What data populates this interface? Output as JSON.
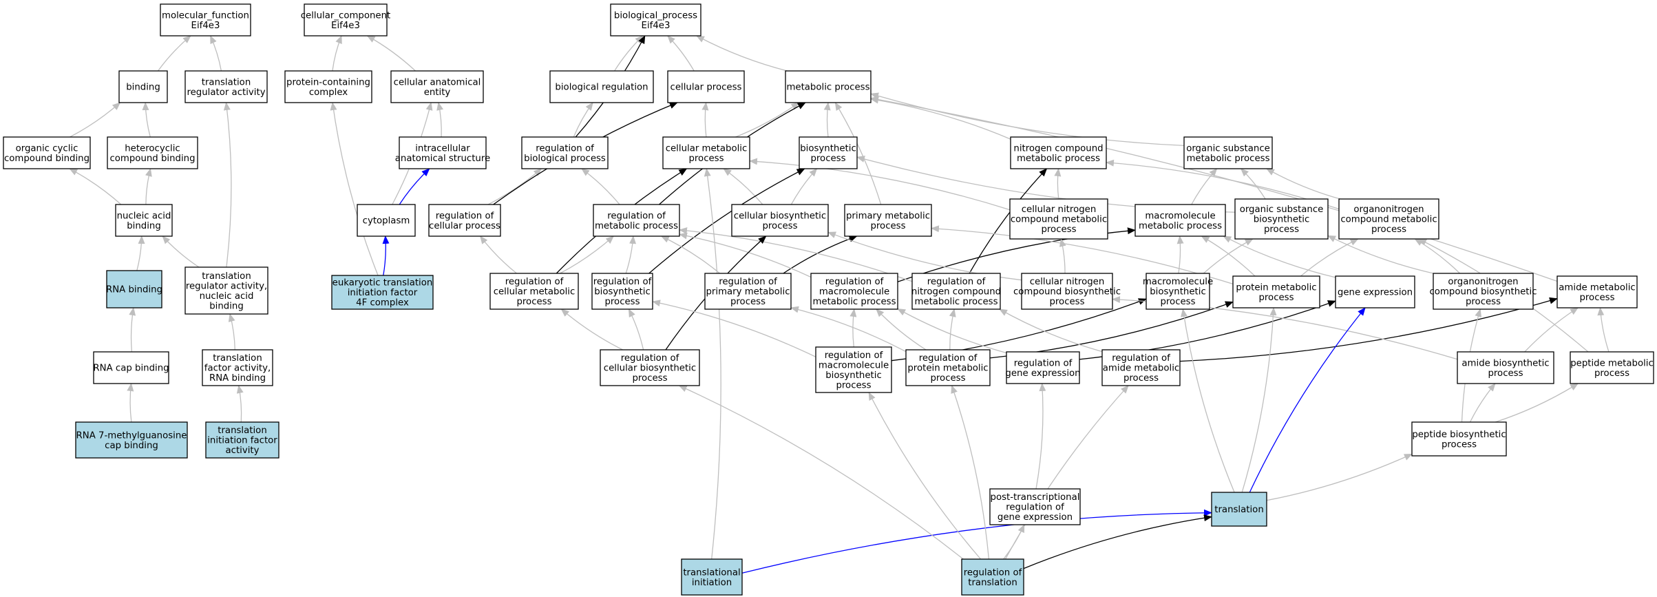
{
  "colors": {
    "highlight_fill": "#add8e6",
    "default_fill": "#ffffff",
    "edge_gray": "#bebebe",
    "edge_black": "#000000",
    "edge_blue": "#0000ff"
  },
  "nodes": [
    {
      "id": "mf_root",
      "lines": [
        "molecular_function",
        "Eif4e3"
      ]
    },
    {
      "id": "cc_root",
      "lines": [
        "cellular_component",
        "Eif4e3"
      ]
    },
    {
      "id": "bp_root",
      "lines": [
        "biological_process",
        "Eif4e3"
      ]
    },
    {
      "id": "binding",
      "lines": [
        "binding"
      ]
    },
    {
      "id": "tr_reg_act",
      "lines": [
        "translation",
        "regulator activity"
      ]
    },
    {
      "id": "protein_cont",
      "lines": [
        "protein-containing",
        "complex"
      ]
    },
    {
      "id": "cell_anat",
      "lines": [
        "cellular anatomical",
        "entity"
      ]
    },
    {
      "id": "bio_reg",
      "lines": [
        "biological regulation"
      ]
    },
    {
      "id": "cell_proc",
      "lines": [
        "cellular process"
      ]
    },
    {
      "id": "metab_proc",
      "lines": [
        "metabolic process"
      ]
    },
    {
      "id": "org_cyc",
      "lines": [
        "organic cyclic",
        "compound binding"
      ]
    },
    {
      "id": "hetero",
      "lines": [
        "heterocyclic",
        "compound binding"
      ]
    },
    {
      "id": "intracell",
      "lines": [
        "intracellular",
        "anatomical structure"
      ]
    },
    {
      "id": "reg_bio",
      "lines": [
        "regulation of",
        "biological process"
      ]
    },
    {
      "id": "cell_metab",
      "lines": [
        "cellular metabolic",
        "process"
      ]
    },
    {
      "id": "biosyn",
      "lines": [
        "biosynthetic",
        "process"
      ]
    },
    {
      "id": "nitro_metab",
      "lines": [
        "nitrogen compound",
        "metabolic process"
      ]
    },
    {
      "id": "org_sub_metab",
      "lines": [
        "organic substance",
        "metabolic process"
      ]
    },
    {
      "id": "nucleic",
      "lines": [
        "nucleic acid",
        "binding"
      ]
    },
    {
      "id": "cytoplasm",
      "lines": [
        "cytoplasm"
      ]
    },
    {
      "id": "reg_cell",
      "lines": [
        "regulation of",
        "cellular process"
      ]
    },
    {
      "id": "reg_metab",
      "lines": [
        "regulation of",
        "metabolic process"
      ]
    },
    {
      "id": "cell_biosyn",
      "lines": [
        "cellular biosynthetic",
        "process"
      ]
    },
    {
      "id": "prim_metab",
      "lines": [
        "primary metabolic",
        "process"
      ]
    },
    {
      "id": "cell_nitro",
      "lines": [
        "cellular nitrogen",
        "compound metabolic",
        "process"
      ]
    },
    {
      "id": "macro_metab",
      "lines": [
        "macromolecule",
        "metabolic process"
      ]
    },
    {
      "id": "org_sub_bio",
      "lines": [
        "organic substance",
        "biosynthetic",
        "process"
      ]
    },
    {
      "id": "orgnitro_metab",
      "lines": [
        "organonitrogen",
        "compound metabolic",
        "process"
      ]
    },
    {
      "id": "rna_binding",
      "lines": [
        "RNA binding"
      ],
      "highlight": true
    },
    {
      "id": "tr_reg_nuc",
      "lines": [
        "translation",
        "regulator activity,",
        "nucleic acid",
        "binding"
      ]
    },
    {
      "id": "eif4f",
      "lines": [
        "eukaryotic translation",
        "initiation factor",
        "4F complex"
      ],
      "highlight": true
    },
    {
      "id": "reg_cell_metab",
      "lines": [
        "regulation of",
        "cellular metabolic",
        "process"
      ]
    },
    {
      "id": "reg_biosyn",
      "lines": [
        "regulation of",
        "biosynthetic",
        "process"
      ]
    },
    {
      "id": "reg_prim",
      "lines": [
        "regulation of",
        "primary metabolic",
        "process"
      ]
    },
    {
      "id": "reg_macro",
      "lines": [
        "regulation of",
        "macromolecule",
        "metabolic process"
      ]
    },
    {
      "id": "reg_nitro",
      "lines": [
        "regulation of",
        "nitrogen compound",
        "metabolic process"
      ]
    },
    {
      "id": "cell_nitro_bio",
      "lines": [
        "cellular nitrogen",
        "compound biosynthetic",
        "process"
      ]
    },
    {
      "id": "macro_bio",
      "lines": [
        "macromolecule",
        "biosynthetic",
        "process"
      ]
    },
    {
      "id": "prot_metab",
      "lines": [
        "protein metabolic",
        "process"
      ]
    },
    {
      "id": "gene_exp",
      "lines": [
        "gene expression"
      ]
    },
    {
      "id": "orgnitro_bio",
      "lines": [
        "organonitrogen",
        "compound biosynthetic",
        "process"
      ]
    },
    {
      "id": "amide_metab",
      "lines": [
        "amide metabolic",
        "process"
      ]
    },
    {
      "id": "rna_cap",
      "lines": [
        "RNA cap binding"
      ]
    },
    {
      "id": "tr_factor",
      "lines": [
        "translation",
        "factor activity,",
        "RNA binding"
      ]
    },
    {
      "id": "reg_cell_biosyn",
      "lines": [
        "regulation of",
        "cellular biosynthetic",
        "process"
      ]
    },
    {
      "id": "reg_macro_bio",
      "lines": [
        "regulation of",
        "macromolecule",
        "biosynthetic",
        "process"
      ]
    },
    {
      "id": "reg_prot",
      "lines": [
        "regulation of",
        "protein metabolic",
        "process"
      ]
    },
    {
      "id": "reg_gene",
      "lines": [
        "regulation of",
        "gene expression"
      ]
    },
    {
      "id": "reg_amide",
      "lines": [
        "regulation of",
        "amide metabolic",
        "process"
      ]
    },
    {
      "id": "amide_bio",
      "lines": [
        "amide biosynthetic",
        "process"
      ]
    },
    {
      "id": "pep_metab",
      "lines": [
        "peptide metabolic",
        "process"
      ]
    },
    {
      "id": "rna7",
      "lines": [
        "RNA 7-methylguanosine",
        "cap binding"
      ],
      "highlight": true
    },
    {
      "id": "tr_init_fact",
      "lines": [
        "translation",
        "initiation factor",
        "activity"
      ],
      "highlight": true
    },
    {
      "id": "pep_bio",
      "lines": [
        "peptide biosynthetic",
        "process"
      ]
    },
    {
      "id": "translation",
      "lines": [
        "translation"
      ],
      "highlight": true
    },
    {
      "id": "post_trans",
      "lines": [
        "post-transcriptional",
        "regulation of",
        "gene expression"
      ]
    },
    {
      "id": "tr_initiation",
      "lines": [
        "translational",
        "initiation"
      ],
      "highlight": true
    },
    {
      "id": "reg_trans",
      "lines": [
        "regulation of",
        "translation"
      ],
      "highlight": true
    }
  ],
  "edges": [
    {
      "from": "binding",
      "to": "mf_root",
      "style": "gray"
    },
    {
      "from": "tr_reg_act",
      "to": "mf_root",
      "style": "gray"
    },
    {
      "from": "protein_cont",
      "to": "cc_root",
      "style": "gray"
    },
    {
      "from": "cell_anat",
      "to": "cc_root",
      "style": "gray"
    },
    {
      "from": "bio_reg",
      "to": "bp_root",
      "style": "gray"
    },
    {
      "from": "cell_proc",
      "to": "bp_root",
      "style": "gray"
    },
    {
      "from": "metab_proc",
      "to": "bp_root",
      "style": "gray"
    },
    {
      "from": "org_cyc",
      "to": "binding",
      "style": "gray"
    },
    {
      "from": "hetero",
      "to": "binding",
      "style": "gray"
    },
    {
      "from": "intracell",
      "to": "cell_anat",
      "style": "gray"
    },
    {
      "from": "reg_bio",
      "to": "bio_reg",
      "style": "gray"
    },
    {
      "from": "reg_bio",
      "to": "bp_root",
      "style": "black"
    },
    {
      "from": "cell_metab",
      "to": "cell_proc",
      "style": "gray"
    },
    {
      "from": "cell_metab",
      "to": "metab_proc",
      "style": "gray"
    },
    {
      "from": "biosyn",
      "to": "metab_proc",
      "style": "gray"
    },
    {
      "from": "nitro_metab",
      "to": "metab_proc",
      "style": "gray"
    },
    {
      "from": "org_sub_metab",
      "to": "metab_proc",
      "style": "gray"
    },
    {
      "from": "nucleic",
      "to": "org_cyc",
      "style": "gray"
    },
    {
      "from": "nucleic",
      "to": "hetero",
      "style": "gray"
    },
    {
      "from": "cytoplasm",
      "to": "cell_anat",
      "style": "gray"
    },
    {
      "from": "cytoplasm",
      "to": "intracell",
      "style": "blue"
    },
    {
      "from": "reg_cell",
      "to": "reg_bio",
      "style": "gray"
    },
    {
      "from": "reg_cell",
      "to": "cell_proc",
      "style": "black"
    },
    {
      "from": "reg_metab",
      "to": "reg_bio",
      "style": "gray"
    },
    {
      "from": "reg_metab",
      "to": "metab_proc",
      "style": "black"
    },
    {
      "from": "cell_biosyn",
      "to": "cell_metab",
      "style": "gray"
    },
    {
      "from": "cell_biosyn",
      "to": "biosyn",
      "style": "gray"
    },
    {
      "from": "prim_metab",
      "to": "metab_proc",
      "style": "gray"
    },
    {
      "from": "cell_nitro",
      "to": "nitro_metab",
      "style": "gray"
    },
    {
      "from": "cell_nitro",
      "to": "cell_metab",
      "style": "gray"
    },
    {
      "from": "macro_metab",
      "to": "org_sub_metab",
      "style": "gray"
    },
    {
      "from": "org_sub_bio",
      "to": "org_sub_metab",
      "style": "gray"
    },
    {
      "from": "org_sub_bio",
      "to": "biosyn",
      "style": "gray"
    },
    {
      "from": "orgnitro_metab",
      "to": "nitro_metab",
      "style": "gray"
    },
    {
      "from": "orgnitro_metab",
      "to": "org_sub_metab",
      "style": "gray"
    },
    {
      "from": "rna_binding",
      "to": "nucleic",
      "style": "gray"
    },
    {
      "from": "tr_reg_nuc",
      "to": "nucleic",
      "style": "gray"
    },
    {
      "from": "tr_reg_nuc",
      "to": "tr_reg_act",
      "style": "gray"
    },
    {
      "from": "eif4f",
      "to": "protein_cont",
      "style": "gray"
    },
    {
      "from": "eif4f",
      "to": "cytoplasm",
      "style": "blue"
    },
    {
      "from": "reg_cell_metab",
      "to": "reg_cell",
      "style": "gray"
    },
    {
      "from": "reg_cell_metab",
      "to": "reg_metab",
      "style": "gray"
    },
    {
      "from": "reg_cell_metab",
      "to": "cell_metab",
      "style": "black"
    },
    {
      "from": "reg_biosyn",
      "to": "reg_metab",
      "style": "gray"
    },
    {
      "from": "reg_biosyn",
      "to": "biosyn",
      "style": "black"
    },
    {
      "from": "reg_prim",
      "to": "reg_metab",
      "style": "gray"
    },
    {
      "from": "reg_prim",
      "to": "prim_metab",
      "style": "black"
    },
    {
      "from": "reg_macro",
      "to": "reg_metab",
      "style": "gray"
    },
    {
      "from": "reg_macro",
      "to": "macro_metab",
      "style": "black"
    },
    {
      "from": "reg_nitro",
      "to": "reg_metab",
      "style": "gray"
    },
    {
      "from": "reg_nitro",
      "to": "nitro_metab",
      "style": "black"
    },
    {
      "from": "cell_nitro_bio",
      "to": "cell_nitro",
      "style": "gray"
    },
    {
      "from": "cell_nitro_bio",
      "to": "cell_biosyn",
      "style": "gray"
    },
    {
      "from": "macro_bio",
      "to": "macro_metab",
      "style": "gray"
    },
    {
      "from": "macro_bio",
      "to": "org_sub_bio",
      "style": "gray"
    },
    {
      "from": "prot_metab",
      "to": "macro_metab",
      "style": "gray"
    },
    {
      "from": "prot_metab",
      "to": "orgnitro_metab",
      "style": "gray"
    },
    {
      "from": "prot_metab",
      "to": "prim_metab",
      "style": "gray"
    },
    {
      "from": "gene_exp",
      "to": "macro_metab",
      "style": "gray"
    },
    {
      "from": "orgnitro_bio",
      "to": "orgnitro_metab",
      "style": "gray"
    },
    {
      "from": "orgnitro_bio",
      "to": "org_sub_bio",
      "style": "gray"
    },
    {
      "from": "amide_metab",
      "to": "metab_proc",
      "style": "gray"
    },
    {
      "from": "rna_cap",
      "to": "rna_binding",
      "style": "gray"
    },
    {
      "from": "tr_factor",
      "to": "tr_reg_nuc",
      "style": "gray"
    },
    {
      "from": "reg_cell_biosyn",
      "to": "reg_cell_metab",
      "style": "gray"
    },
    {
      "from": "reg_cell_biosyn",
      "to": "reg_biosyn",
      "style": "gray"
    },
    {
      "from": "reg_cell_biosyn",
      "to": "cell_biosyn",
      "style": "black"
    },
    {
      "from": "reg_macro_bio",
      "to": "reg_biosyn",
      "style": "gray"
    },
    {
      "from": "reg_macro_bio",
      "to": "reg_macro",
      "style": "gray"
    },
    {
      "from": "reg_macro_bio",
      "to": "macro_bio",
      "style": "black"
    },
    {
      "from": "reg_prot",
      "to": "reg_macro",
      "style": "gray"
    },
    {
      "from": "reg_prot",
      "to": "reg_prim",
      "style": "gray"
    },
    {
      "from": "reg_prot",
      "to": "reg_nitro",
      "style": "gray"
    },
    {
      "from": "reg_prot",
      "to": "prot_metab",
      "style": "black"
    },
    {
      "from": "reg_gene",
      "to": "reg_macro",
      "style": "gray"
    },
    {
      "from": "reg_gene",
      "to": "gene_exp",
      "style": "black"
    },
    {
      "from": "reg_amide",
      "to": "reg_nitro",
      "style": "gray"
    },
    {
      "from": "reg_amide",
      "to": "amide_metab",
      "style": "black"
    },
    {
      "from": "amide_bio",
      "to": "amide_metab",
      "style": "gray"
    },
    {
      "from": "amide_bio",
      "to": "cell_nitro_bio",
      "style": "gray"
    },
    {
      "from": "pep_metab",
      "to": "amide_metab",
      "style": "gray"
    },
    {
      "from": "pep_metab",
      "to": "orgnitro_metab",
      "style": "gray"
    },
    {
      "from": "rna7",
      "to": "rna_cap",
      "style": "gray"
    },
    {
      "from": "tr_init_fact",
      "to": "tr_factor",
      "style": "gray"
    },
    {
      "from": "pep_bio",
      "to": "amide_bio",
      "style": "gray"
    },
    {
      "from": "pep_bio",
      "to": "pep_metab",
      "style": "gray"
    },
    {
      "from": "pep_bio",
      "to": "orgnitro_bio",
      "style": "gray"
    },
    {
      "from": "translation",
      "to": "pep_bio",
      "style": "gray"
    },
    {
      "from": "translation",
      "to": "gene_exp",
      "style": "blue"
    },
    {
      "from": "translation",
      "to": "prot_metab",
      "style": "gray"
    },
    {
      "from": "translation",
      "to": "macro_bio",
      "style": "gray"
    },
    {
      "from": "post_trans",
      "to": "reg_gene",
      "style": "gray"
    },
    {
      "from": "tr_initiation",
      "to": "translation",
      "style": "blue"
    },
    {
      "from": "tr_initiation",
      "to": "cell_metab",
      "style": "gray"
    },
    {
      "from": "reg_trans",
      "to": "translation",
      "style": "black"
    },
    {
      "from": "reg_trans",
      "to": "post_trans",
      "style": "gray"
    },
    {
      "from": "reg_trans",
      "to": "reg_macro_bio",
      "style": "gray"
    },
    {
      "from": "reg_trans",
      "to": "reg_prot",
      "style": "gray"
    },
    {
      "from": "reg_trans",
      "to": "reg_amide",
      "style": "gray"
    },
    {
      "from": "reg_trans",
      "to": "reg_cell_biosyn",
      "style": "gray"
    }
  ]
}
